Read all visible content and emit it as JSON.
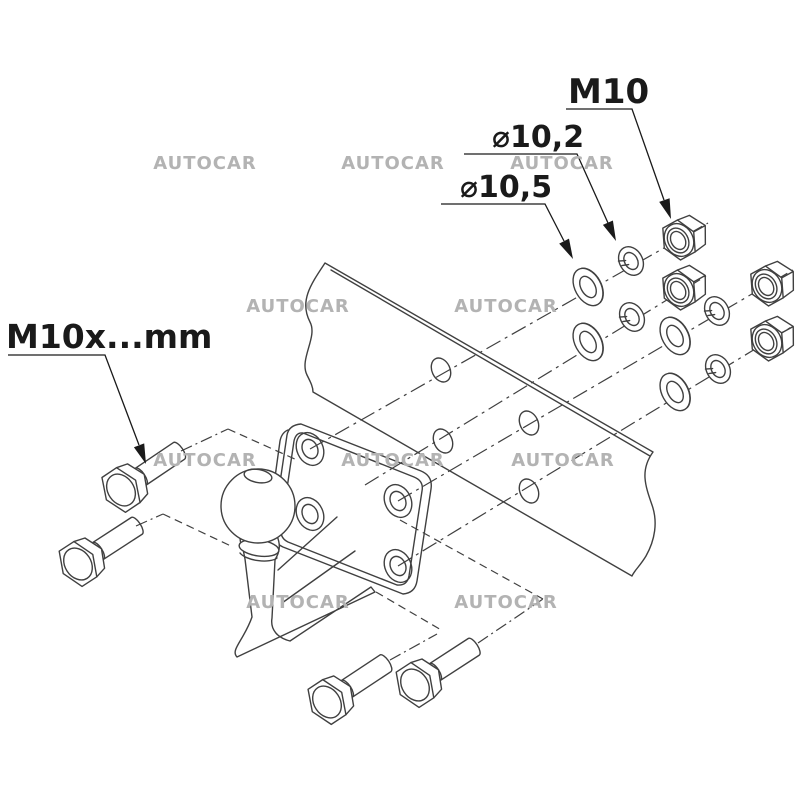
{
  "watermark": {
    "text": "AUTOCAR",
    "color": "#b3b3b3"
  },
  "callouts": {
    "nut": {
      "label": "M10"
    },
    "spring_washer": {
      "label": "⌀10,2"
    },
    "flat_washer": {
      "label": "⌀10,5"
    },
    "bolt": {
      "label": "M10x...mm"
    }
  },
  "parts": {
    "crossmember_rail": {
      "semantic": "vehicle-crossmember-with-4-oval-holes",
      "count": 1
    },
    "towball_bracket": {
      "semantic": "flange-towball-bracket-4-hole",
      "count": 1
    },
    "hex_bolt": {
      "semantic": "hex-bolt-M10",
      "count": 4
    },
    "flat_washer": {
      "semantic": "flat-washer-10-5",
      "count": 4
    },
    "spring_washer": {
      "semantic": "spring-lock-washer-10-2",
      "count": 4
    },
    "hex_nut": {
      "semantic": "hex-nut-M10",
      "count": 4
    }
  },
  "colors": {
    "background": "#ffffff",
    "line": "#404040",
    "label": "#1a1a1a",
    "watermark": "#b3b3b3"
  }
}
